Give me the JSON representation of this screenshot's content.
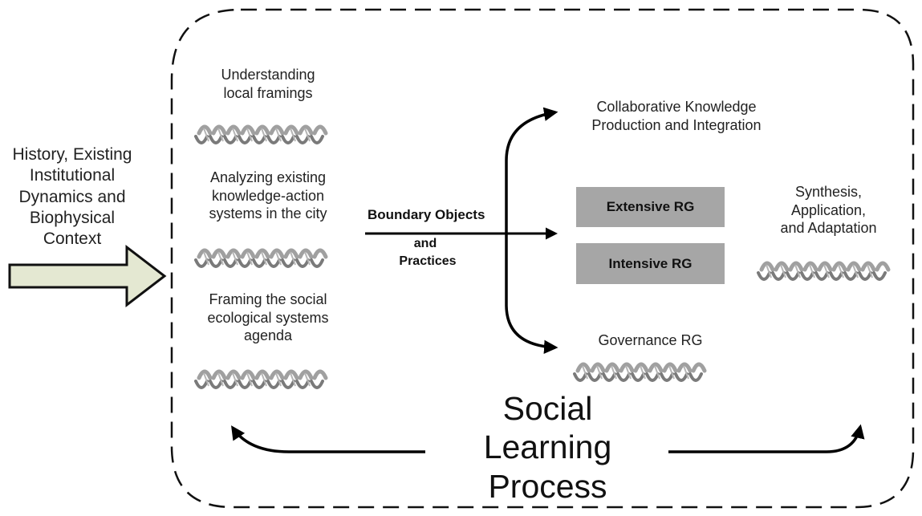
{
  "context_label": [
    "History, Existing",
    "Institutional",
    "Dynamics and",
    "Biophysical",
    "Context"
  ],
  "stage1": {
    "understanding": [
      "Understanding",
      "local framings"
    ],
    "analyzing": [
      "Analyzing existing",
      "knowledge-action",
      "systems in the city"
    ],
    "framing": [
      "Framing the social",
      "ecological systems",
      "agenda"
    ]
  },
  "boundary": {
    "title": "Boundary Objects",
    "and": "and",
    "practices": "Practices"
  },
  "research_groups": {
    "collaborative": [
      "Collaborative Knowledge",
      "Production and Integration"
    ],
    "extensive": "Extensive RG",
    "intensive": "Intensive RG",
    "governance": "Governance RG"
  },
  "synthesis": [
    "Synthesis,",
    "Application,",
    "and Adaptation"
  ],
  "social_learning": [
    "Social",
    "Learning",
    "Process"
  ],
  "colors": {
    "context_arrow_fill": "#e4e8d2",
    "rg_box_fill": "#a6a6a6",
    "helix_stroke": "#8c8c8c",
    "arrow_color": "#000000"
  }
}
